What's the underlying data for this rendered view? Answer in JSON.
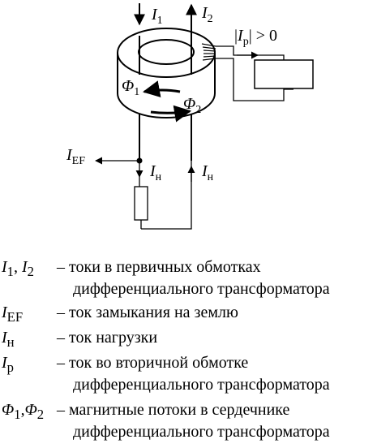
{
  "diagram": {
    "labels": {
      "i1": {
        "sym": "I",
        "sub": "1"
      },
      "i2": {
        "sym": "I",
        "sub": "2"
      },
      "ip_condition": {
        "pre": "|",
        "sym": "I",
        "sub": "p",
        "post": "| > 0"
      },
      "phi1": {
        "sym": "Φ",
        "sub": "1"
      },
      "phi2": {
        "sym": "Φ",
        "sub": "2"
      },
      "ief": {
        "sym": "I",
        "sub": "EF"
      },
      "in_left": {
        "sym": "I",
        "sub": "н"
      },
      "in_right": {
        "sym": "I",
        "sub": "н"
      }
    }
  },
  "legend": [
    {
      "symbol_html": "<i>I</i><sub>1</sub>, <i>I</i><sub>2</sub>",
      "text": "– токи в первичных обмотках",
      "cont": "дифференциального трансформатора"
    },
    {
      "symbol_html": "<i>I</i><sub>EF</sub>",
      "text": "– ток замыкания на землю",
      "cont": ""
    },
    {
      "symbol_html": "<i>I</i><sub>н</sub>",
      "text": "– ток нагрузки",
      "cont": ""
    },
    {
      "symbol_html": "<i>I</i><sub>p</sub>",
      "text": "– ток во вторичной обмотке",
      "cont": "дифференциального трансформатора"
    },
    {
      "symbol_html": "<i>Φ</i><sub>1</sub>,<i>Φ</i><sub>2</sub>",
      "text": "– магнитные потоки в сердечнике",
      "cont": "дифференциального трансформатора"
    }
  ]
}
